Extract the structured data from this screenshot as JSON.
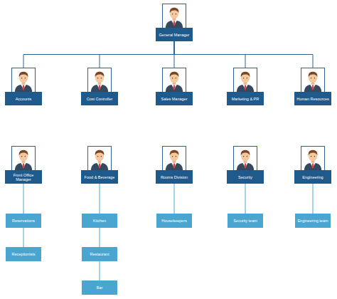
{
  "diagram": {
    "nodes": [
      {
        "text": [
          "General Manager"
        ]
      },
      {
        "text": [
          "Accounts"
        ]
      },
      {
        "text": [
          "Cost Controller"
        ]
      },
      {
        "text": [
          "Sales Manager"
        ]
      },
      {
        "text": [
          "Marketing & PR"
        ]
      },
      {
        "text": [
          "Human Resources"
        ]
      },
      {
        "text": [
          "Front Office Manager"
        ]
      },
      {
        "text": [
          "Food & Beverage"
        ]
      },
      {
        "text": [
          "Rooms Division"
        ]
      },
      {
        "text": [
          "Security"
        ]
      },
      {
        "text": [
          "Engineering"
        ]
      },
      {
        "text": [
          "Reservations"
        ]
      },
      {
        "text": [
          "Kitchen"
        ]
      },
      {
        "text": [
          "Housekeepers"
        ]
      },
      {
        "text": [
          "Security team"
        ]
      },
      {
        "text": [
          "Engineering team"
        ]
      },
      {
        "text": [
          "Receptionists"
        ]
      },
      {
        "text": [
          "Restaurant"
        ]
      },
      {
        "text": [
          "Bar"
        ]
      }
    ],
    "edges": [
      {
        "from": 0,
        "to": 1,
        "arrow": "none"
      },
      {
        "from": 0,
        "to": 2,
        "arrow": "none"
      },
      {
        "from": 0,
        "to": 3,
        "arrow": "none"
      },
      {
        "from": 0,
        "to": 4,
        "arrow": "none"
      },
      {
        "from": 0,
        "to": 5,
        "arrow": "none"
      },
      {
        "from": 6,
        "to": 11,
        "arrow": "none"
      },
      {
        "from": 11,
        "to": 16,
        "arrow": "none"
      },
      {
        "from": 7,
        "to": 12,
        "arrow": "none"
      },
      {
        "from": 12,
        "to": 17,
        "arrow": "none"
      },
      {
        "from": 17,
        "to": 18,
        "arrow": "none"
      },
      {
        "from": 8,
        "to": 13,
        "arrow": "none"
      },
      {
        "from": 9,
        "to": 14,
        "arrow": "none"
      },
      {
        "from": 10,
        "to": 15,
        "arrow": "none"
      }
    ]
  }
}
